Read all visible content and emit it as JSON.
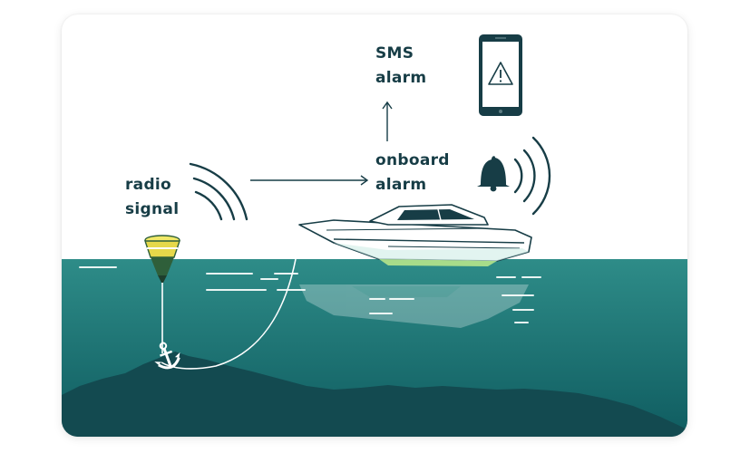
{
  "labels": {
    "sms": [
      "SMS",
      "alarm"
    ],
    "onboard": [
      "onboard",
      "alarm"
    ],
    "radio": [
      "radio",
      "signal"
    ]
  },
  "icons": {
    "phone": "phone-warning-icon",
    "bell": "bell-icon",
    "anchor": "anchor-icon",
    "buoy": "buoy-icon",
    "boat": "boat-icon"
  },
  "colors": {
    "text": "#173d46",
    "water_light": "#2e8c88",
    "water_dark": "#0f5c60",
    "seabed": "#134a50",
    "hull_accent": "#a8dc8a",
    "buoy_yellow": "#e6d84a"
  }
}
